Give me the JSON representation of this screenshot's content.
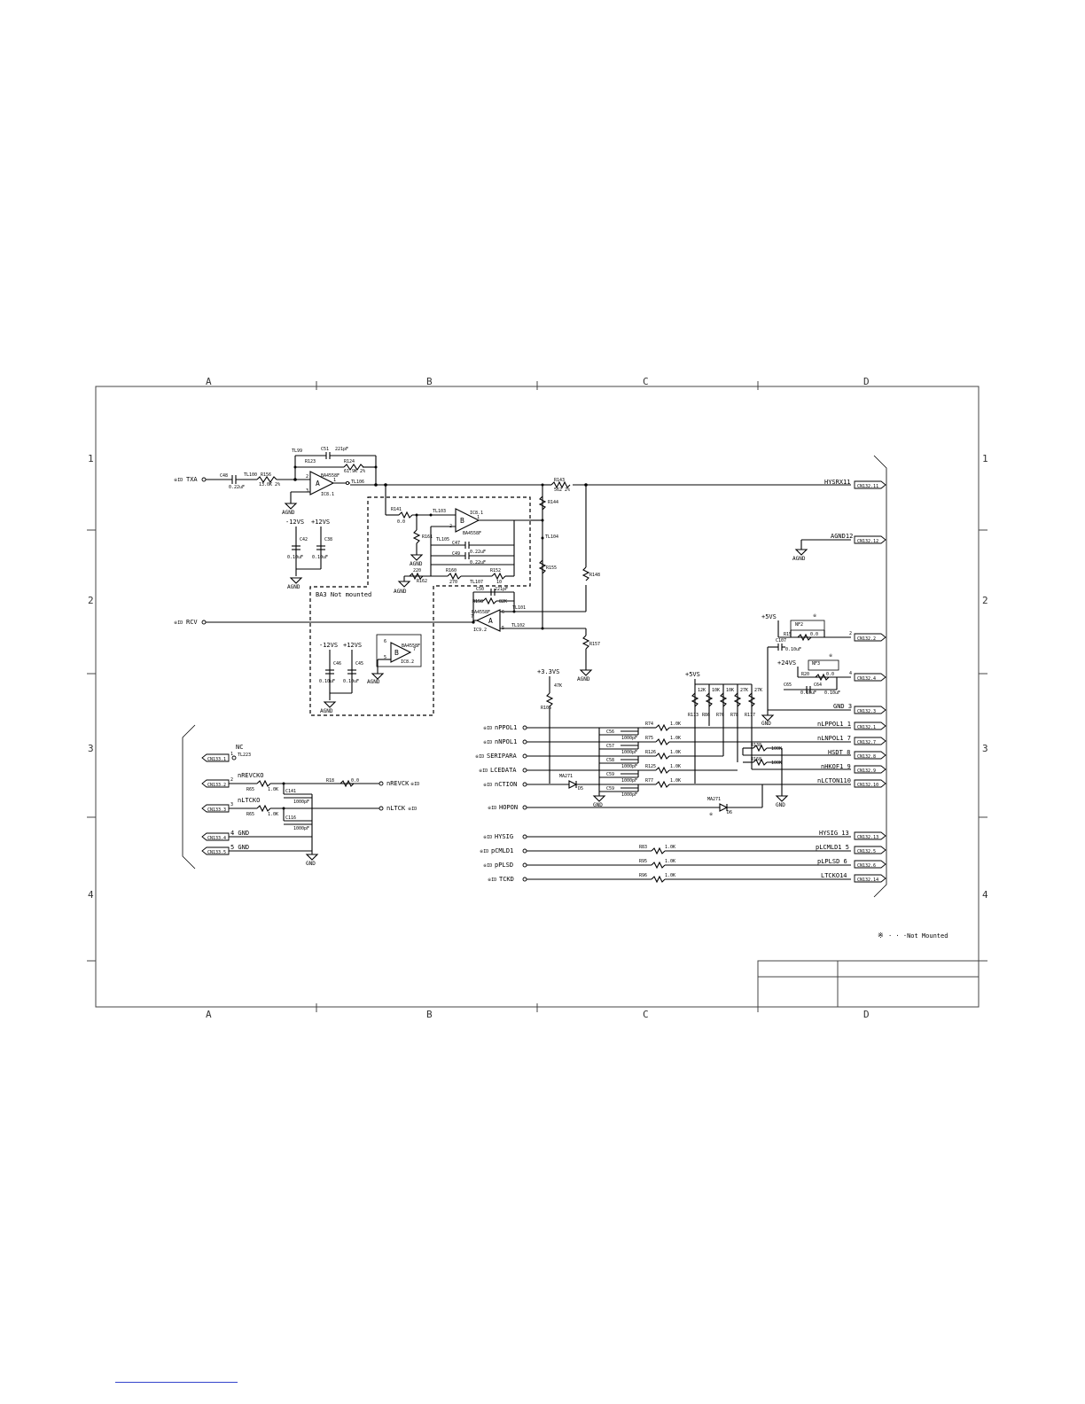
{
  "zones": {
    "columns": [
      "A",
      "B",
      "C",
      "D"
    ],
    "rows": [
      "1",
      "2",
      "3",
      "4"
    ]
  },
  "legend": {
    "mark": "※",
    "text": "· · ·Not Mounted"
  },
  "signals_left": {
    "txa": "TXA",
    "rcv": "RCV"
  },
  "signals_mid": {
    "nppol": "nPPOL1",
    "nnpol": "nNPOL1",
    "seripara": "SERIPARA",
    "lcedata": "LCEDATA",
    "nction": "nCTION",
    "hopon": "HOPON",
    "hysig": "HYSIG",
    "pcmld": "pCMLD1",
    "pplsd": "pPLSD",
    "tckd": "TCKD"
  },
  "signals_right": {
    "hysrx": "HYSRX11",
    "agnd12": "AGND12",
    "gnd3": "GND 3",
    "nlppol": "nLPPOL1 1",
    "nlnpol": "nLNPOL1 7",
    "hsdt": "HSDT 8",
    "nhkof": "nHKOF1 9",
    "nlcton": "nLCTON110",
    "hysig": "HYSIG 13",
    "plcmld": "pLCMLD1 5",
    "plplsd": "pLPLSD 6",
    "ltcko": "LTCKO14"
  },
  "connectors_right": [
    "CN132.11",
    "CN132.12",
    "CN132.2",
    "CN132.4",
    "CN132.3",
    "CN132.1",
    "CN132.7",
    "CN132.8",
    "CN132.9",
    "CN132.10",
    "CN132.13",
    "CN132.5",
    "CN132.6",
    "CN132.14"
  ],
  "connectors_left": [
    "CN133.1",
    "CN133.2",
    "CN133.3",
    "CN133.4",
    "CN133.5"
  ],
  "bottom_left": {
    "nc": "NC",
    "tl": "TL223",
    "nrevcko": "nREVCKO",
    "nltcko": "nLTCKO",
    "gnd4": "4 GND",
    "gnd5": "5 GND",
    "nrevck": "nREVCK",
    "nltck": "nLTCK",
    "r_a": "R65",
    "r_b": "R65",
    "r_val": "1.0K",
    "c141": "C141",
    "c116": "C116",
    "cval": "1000pF",
    "r18": "R18",
    "r18v": "0.0"
  },
  "rails": {
    "m12": "-12VS",
    "p12": "+12VS",
    "p33": "+3.3VS",
    "p5": "+5VS",
    "p24": "+24VS",
    "agnd": "AGND",
    "gnd": "GND"
  },
  "opamps": {
    "a_top": "BA4558F",
    "a_top_ref": "IC8.1",
    "b_top": "BA4558F",
    "b_top_ref": "IC8.1",
    "a_mid": "BA4558F",
    "a_mid_ref": "IC9.2",
    "b_nm": "BA4558F",
    "b_nm_ref": "IC8.2",
    "ba3": "BA3 Not mounted"
  },
  "parts": {
    "c51": "C51",
    "c51v": "221pF",
    "r123": "R123",
    "r124": "R124",
    "r124v": "61.9K 2%",
    "c48": "C48",
    "c48v": "0.22uF",
    "tl100": "TL100",
    "r156": "R156",
    "r156v": "13.0K 2%",
    "tl106": "TL106",
    "r141": "R141",
    "r141v": "0.0",
    "tl103": "TL103",
    "tl105": "TL105",
    "c47": "C47",
    "c49": "C49",
    "cv022": "0.22uF",
    "r160": "R160",
    "r160v": "270",
    "r161": "R161",
    "r152": "R152",
    "r152v": "10",
    "tl107": "TL107",
    "r162": "R162",
    "r162v": "220",
    "r143": "R143",
    "r143v": "562 2%",
    "r144": "R144",
    "tl104": "TL104",
    "c50": "C50",
    "c50v": "221pF",
    "r158": "R158",
    "r158v": "82K",
    "tl101": "TL101",
    "tl102": "TL102",
    "c42": "C42",
    "c38": "C38",
    "c46": "C46",
    "c45": "C45",
    "cv010": "0.10uF",
    "r105": "R105",
    "r105v": "47K",
    "r74": "R74",
    "r75": "R75",
    "r126": "R126",
    "r125": "R125",
    "r77": "R77",
    "c56": "C56",
    "c57": "C57",
    "c58": "C58",
    "c59": "C59",
    "cv1000": "1000pF",
    "rv1k": "1.0K",
    "r138": "R138",
    "r168": "R168",
    "rv100k": "100K",
    "nf2": "NF2",
    "nf3": "NF3",
    "r15": "R15",
    "r15v": "0.0",
    "r20": "R20",
    "r20v": "0.0",
    "c107": "C107",
    "c65": "C65",
    "c64": "C64",
    "cv010b": "0.10uF",
    "ma271a": "MA271",
    "ma271b": "MA271",
    "d5": "D5",
    "d6": "D6",
    "r83": "R83",
    "r95": "R95",
    "r96": "R96"
  }
}
